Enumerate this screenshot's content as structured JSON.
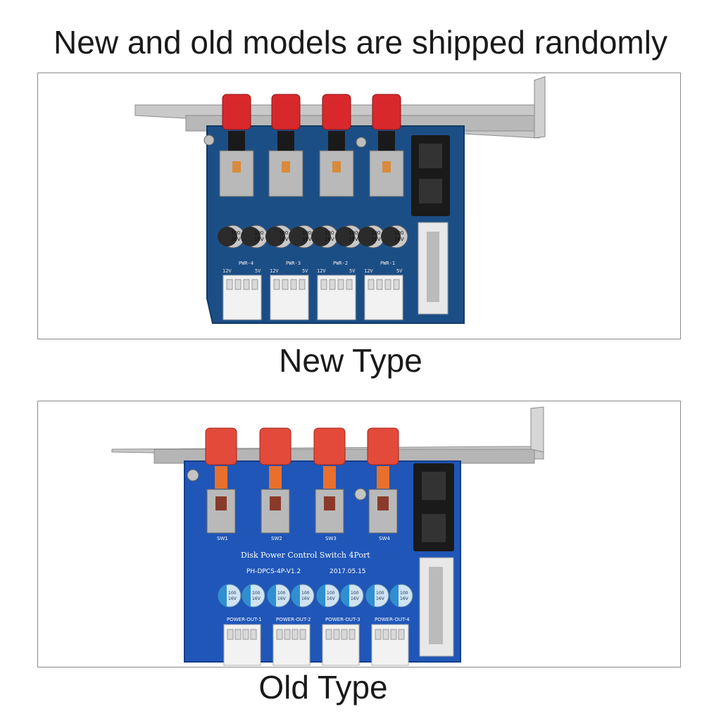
{
  "headline": "New and old models are shipped randomly",
  "panels": {
    "new": {
      "caption": "New Type",
      "board_color": "#1c4e86",
      "button_color": "#d8282c",
      "cap_text": [
        "100",
        "16V"
      ],
      "port_labels": [
        "PWR-4",
        "PWR-3",
        "PWR-2",
        "PWR-1"
      ],
      "volt_12": "12V",
      "volt_5": "5V"
    },
    "old": {
      "caption": "Old Type",
      "board_color": "#1f56b8",
      "button_color": "#e34a3a",
      "board_title": "Disk Power Control Switch 4Port",
      "board_model": "PH-DPCS-4P-V1.2",
      "board_date": "2017.05.15",
      "switch_labels": [
        "SW1",
        "SW2",
        "SW3",
        "SW4"
      ],
      "cap_text": [
        "100",
        "16V"
      ],
      "port_labels": [
        "POWER-OUT-1",
        "POWER-OUT-2",
        "POWER-OUT-3",
        "POWER-OUT-4"
      ]
    }
  }
}
